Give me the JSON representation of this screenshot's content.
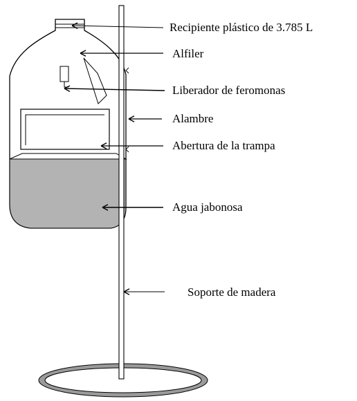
{
  "labels": {
    "container": "Recipiente plástico de 3.785 L",
    "pin": "Alfiler",
    "pheromone": "Liberador de feromonas",
    "wire": "Alambre",
    "opening": "Abertura de la trampa",
    "water": "Agua jabonosa",
    "support": "Soporte de madera"
  },
  "colors": {
    "stroke": "#000000",
    "water": "#b3b3b3",
    "base_ring": "#9a9a9a"
  }
}
